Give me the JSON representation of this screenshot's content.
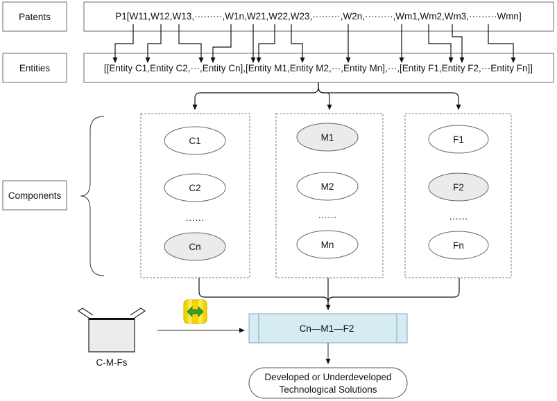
{
  "labels": {
    "patents": "Patents",
    "entities": "Entities",
    "components": "Components"
  },
  "patent_sequence": "P1[W11,W12,W13,·········,W1n,W21,W22,W23,·········,W2n,·········,Wm1,Wm2,Wm3,·········Wmn]",
  "entity_sequence": "[[Entity C1,Entity C2,···,Entity Cn],[Entity M1,Entity M2,···,Entity Mn],···,[Entity F1,Entity F2,···Entity Fn]]",
  "groups": [
    {
      "items": [
        "C1",
        "C2",
        "Cn"
      ],
      "highlighted": [
        false,
        false,
        true
      ],
      "ellipsis": "······"
    },
    {
      "items": [
        "M1",
        "M2",
        "Mn"
      ],
      "highlighted": [
        true,
        false,
        false
      ],
      "ellipsis": "······"
    },
    {
      "items": [
        "F1",
        "F2",
        "Fn"
      ],
      "highlighted": [
        false,
        true,
        false
      ],
      "ellipsis": "······"
    }
  ],
  "combination": "Cn—M1—F2",
  "source_label": "C-M-Fs",
  "result": {
    "line1": "Developed or Underdeveloped",
    "line2": "Technological Solutions"
  },
  "colors": {
    "highlight_fill": "#ebebeb",
    "combination_fill": "#d5ecf3",
    "combination_stroke": "#7fa9b8",
    "swap_icon_bg": "#f2d600",
    "swap_icon_arrow": "#33a02c"
  }
}
